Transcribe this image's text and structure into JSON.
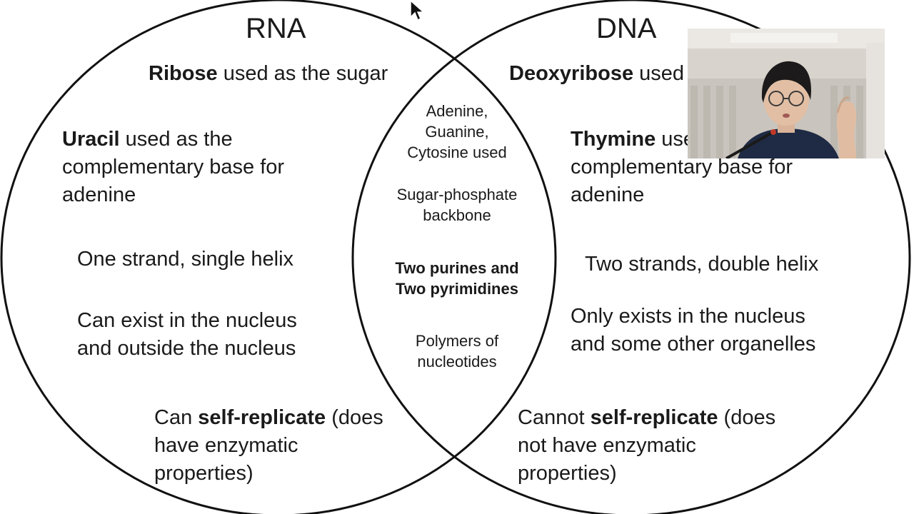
{
  "rna": {
    "title": "RNA",
    "sugar": {
      "bold": "Ribose",
      "rest": " used as the sugar"
    },
    "base": {
      "bold": "Uracil",
      "rest": " used as the",
      "line2": "complementary base for",
      "line3": "adenine"
    },
    "strand": "One strand, single helix",
    "location": {
      "line1": "Can exist in the nucleus",
      "line2": "and outside the nucleus"
    },
    "replicate": {
      "pre": "Can ",
      "bold": "self-replicate",
      "post": " (does",
      "line2": "have enzymatic",
      "line3": "properties)"
    }
  },
  "dna": {
    "title": "DNA",
    "sugar": {
      "bold": "Deoxyribose",
      "rest": " used as the sugar"
    },
    "base": {
      "bold": "Thymine",
      "rest": " used as the",
      "line2": "complementary base for",
      "line3": "adenine"
    },
    "strand": "Two strands, double helix",
    "location": {
      "line1": "Only exists in the nucleus",
      "line2": "and some other organelles"
    },
    "replicate": {
      "pre": "Cannot ",
      "bold": "self-replicate",
      "post": " (does",
      "line2": "not have enzymatic",
      "line3": "properties)"
    }
  },
  "shared": {
    "bases": {
      "line1": "Adenine,",
      "line2": "Guanine,",
      "line3": "Cytosine used"
    },
    "backbone": {
      "line1": "Sugar-phosphate",
      "line2": "backbone"
    },
    "purines": {
      "line1": "Two purines and",
      "line2": "Two pyrimidines"
    },
    "polymers": {
      "line1": "Polymers of",
      "line2": "nucleotides"
    }
  },
  "colors": {
    "outline": "#111111",
    "background": "#ffffff"
  }
}
